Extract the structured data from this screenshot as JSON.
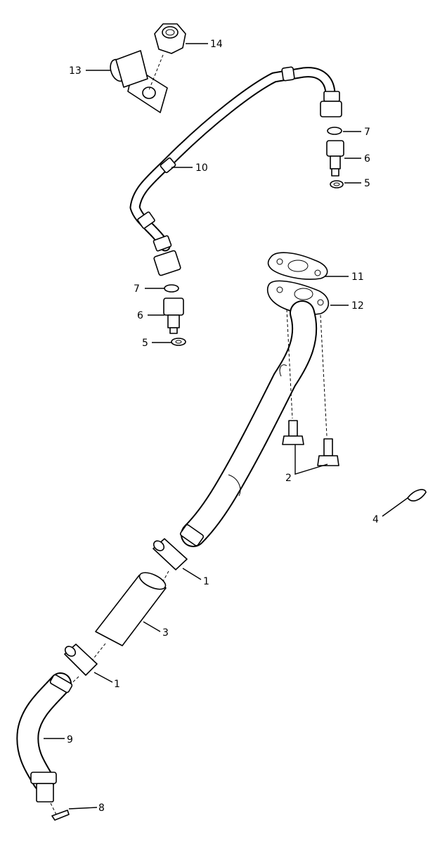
{
  "diagram": {
    "background": "#ffffff",
    "ink": "#000000",
    "callouts": [
      {
        "id": "c14",
        "text": "14"
      },
      {
        "id": "c13",
        "text": "13"
      },
      {
        "id": "c10",
        "text": "10"
      },
      {
        "id": "c7a",
        "text": "7"
      },
      {
        "id": "c6a",
        "text": "6"
      },
      {
        "id": "c5a",
        "text": "5"
      },
      {
        "id": "c7b",
        "text": "7"
      },
      {
        "id": "c6b",
        "text": "6"
      },
      {
        "id": "c5b",
        "text": "5"
      },
      {
        "id": "c11",
        "text": "11"
      },
      {
        "id": "c12",
        "text": "12"
      },
      {
        "id": "c2",
        "text": "2"
      },
      {
        "id": "c4",
        "text": "4"
      },
      {
        "id": "c1a",
        "text": "1"
      },
      {
        "id": "c3",
        "text": "3"
      },
      {
        "id": "c1b",
        "text": "1"
      },
      {
        "id": "c9",
        "text": "9"
      },
      {
        "id": "c8",
        "text": "8"
      }
    ]
  }
}
